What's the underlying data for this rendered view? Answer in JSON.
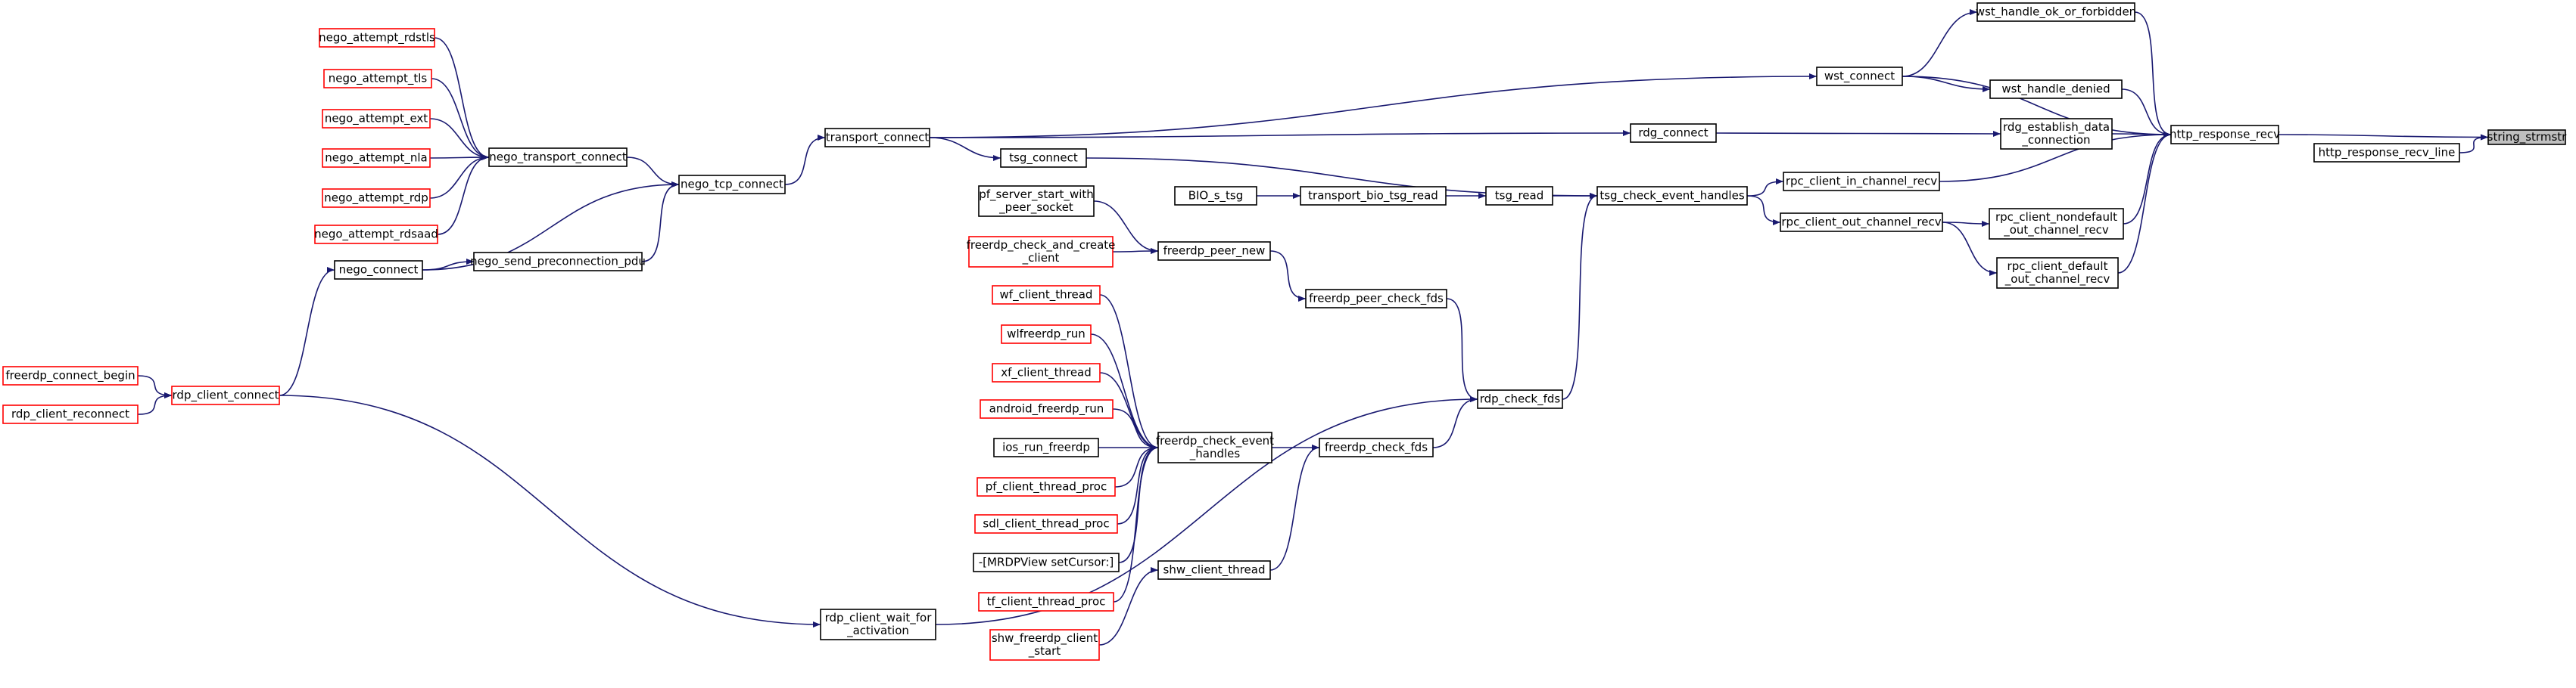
{
  "graph": {
    "nodes": [
      {
        "id": "string_strmstr",
        "lines": [
          "string_strmstr"
        ],
        "style": "root"
      },
      {
        "id": "http_response_recv",
        "lines": [
          "http_response_recv"
        ],
        "style": "black"
      },
      {
        "id": "http_response_recv_line",
        "lines": [
          "http_response_recv_line"
        ],
        "style": "black"
      },
      {
        "id": "wst_handle_ok_or_forbidden",
        "lines": [
          "wst_handle_ok_or_forbidden"
        ],
        "style": "black"
      },
      {
        "id": "wst_handle_denied",
        "lines": [
          "wst_handle_denied"
        ],
        "style": "black"
      },
      {
        "id": "wst_connect",
        "lines": [
          "wst_connect"
        ],
        "style": "black"
      },
      {
        "id": "rdg_establish_data_connection",
        "lines": [
          "rdg_establish_data",
          "_connection"
        ],
        "style": "black"
      },
      {
        "id": "rdg_connect",
        "lines": [
          "rdg_connect"
        ],
        "style": "black"
      },
      {
        "id": "rpc_client_in_channel_recv",
        "lines": [
          "rpc_client_in_channel_recv"
        ],
        "style": "black"
      },
      {
        "id": "rpc_client_nondefault_out_channel_recv",
        "lines": [
          "rpc_client_nondefault",
          "_out_channel_recv"
        ],
        "style": "black"
      },
      {
        "id": "rpc_client_out_channel_recv",
        "lines": [
          "rpc_client_out_channel_recv"
        ],
        "style": "black"
      },
      {
        "id": "rpc_client_default_out_channel_recv",
        "lines": [
          "rpc_client_default",
          "_out_channel_recv"
        ],
        "style": "black"
      },
      {
        "id": "tsg_check_event_handles",
        "lines": [
          "tsg_check_event_handles"
        ],
        "style": "black"
      },
      {
        "id": "tsg_connect",
        "lines": [
          "tsg_connect"
        ],
        "style": "black"
      },
      {
        "id": "tsg_read",
        "lines": [
          "tsg_read"
        ],
        "style": "black"
      },
      {
        "id": "transport_bio_tsg_read",
        "lines": [
          "transport_bio_tsg_read"
        ],
        "style": "black"
      },
      {
        "id": "BIO_s_tsg",
        "lines": [
          "BIO_s_tsg"
        ],
        "style": "black"
      },
      {
        "id": "transport_connect",
        "lines": [
          "transport_connect"
        ],
        "style": "black"
      },
      {
        "id": "nego_tcp_connect",
        "lines": [
          "nego_tcp_connect"
        ],
        "style": "black"
      },
      {
        "id": "nego_transport_connect",
        "lines": [
          "nego_transport_connect"
        ],
        "style": "black"
      },
      {
        "id": "nego_send_preconnection_pdu",
        "lines": [
          "nego_send_preconnection_pdu"
        ],
        "style": "black"
      },
      {
        "id": "nego_connect",
        "lines": [
          "nego_connect"
        ],
        "style": "black"
      },
      {
        "id": "nego_attempt_rdstls",
        "lines": [
          "nego_attempt_rdstls"
        ],
        "style": "red"
      },
      {
        "id": "nego_attempt_tls",
        "lines": [
          "nego_attempt_tls"
        ],
        "style": "red"
      },
      {
        "id": "nego_attempt_ext",
        "lines": [
          "nego_attempt_ext"
        ],
        "style": "red"
      },
      {
        "id": "nego_attempt_nla",
        "lines": [
          "nego_attempt_nla"
        ],
        "style": "red"
      },
      {
        "id": "nego_attempt_rdp",
        "lines": [
          "nego_attempt_rdp"
        ],
        "style": "red"
      },
      {
        "id": "nego_attempt_rdsaad",
        "lines": [
          "nego_attempt_rdsaad"
        ],
        "style": "red"
      },
      {
        "id": "rdp_client_connect",
        "lines": [
          "rdp_client_connect"
        ],
        "style": "red"
      },
      {
        "id": "freerdp_connect_begin",
        "lines": [
          "freerdp_connect_begin"
        ],
        "style": "red"
      },
      {
        "id": "rdp_client_reconnect",
        "lines": [
          "rdp_client_reconnect"
        ],
        "style": "red"
      },
      {
        "id": "rdp_client_wait_for_activation",
        "lines": [
          "rdp_client_wait_for",
          "_activation"
        ],
        "style": "black"
      },
      {
        "id": "rdp_check_fds",
        "lines": [
          "rdp_check_fds"
        ],
        "style": "black"
      },
      {
        "id": "freerdp_peer_check_fds",
        "lines": [
          "freerdp_peer_check_fds"
        ],
        "style": "black"
      },
      {
        "id": "freerdp_peer_new",
        "lines": [
          "freerdp_peer_new"
        ],
        "style": "black"
      },
      {
        "id": "pf_server_start_with_peer_socket",
        "lines": [
          "pf_server_start_with",
          "_peer_socket"
        ],
        "style": "black"
      },
      {
        "id": "freerdp_check_and_create_client",
        "lines": [
          "freerdp_check_and_create",
          "_client"
        ],
        "style": "red"
      },
      {
        "id": "freerdp_check_fds",
        "lines": [
          "freerdp_check_fds"
        ],
        "style": "black"
      },
      {
        "id": "freerdp_check_event_handles",
        "lines": [
          "freerdp_check_event",
          "_handles"
        ],
        "style": "black"
      },
      {
        "id": "shw_client_thread",
        "lines": [
          "shw_client_thread"
        ],
        "style": "black"
      },
      {
        "id": "shw_freerdp_client_start",
        "lines": [
          "shw_freerdp_client",
          "_start"
        ],
        "style": "red"
      },
      {
        "id": "wf_client_thread",
        "lines": [
          "wf_client_thread"
        ],
        "style": "red"
      },
      {
        "id": "wlfreerdp_run",
        "lines": [
          "wlfreerdp_run"
        ],
        "style": "red"
      },
      {
        "id": "xf_client_thread",
        "lines": [
          "xf_client_thread"
        ],
        "style": "red"
      },
      {
        "id": "android_freerdp_run",
        "lines": [
          "android_freerdp_run"
        ],
        "style": "red"
      },
      {
        "id": "ios_run_freerdp",
        "lines": [
          "ios_run_freerdp"
        ],
        "style": "black"
      },
      {
        "id": "pf_client_thread_proc",
        "lines": [
          "pf_client_thread_proc"
        ],
        "style": "red"
      },
      {
        "id": "sdl_client_thread_proc",
        "lines": [
          "sdl_client_thread_proc"
        ],
        "style": "red"
      },
      {
        "id": "MRDPView_setCursor",
        "lines": [
          "-[MRDPView setCursor:]"
        ],
        "style": "black"
      },
      {
        "id": "tf_client_thread_proc",
        "lines": [
          "tf_client_thread_proc"
        ],
        "style": "red"
      }
    ],
    "edges": [
      [
        "http_response_recv",
        "string_strmstr"
      ],
      [
        "http_response_recv_line",
        "string_strmstr"
      ],
      [
        "wst_handle_ok_or_forbidden",
        "http_response_recv"
      ],
      [
        "wst_handle_denied",
        "http_response_recv"
      ],
      [
        "wst_connect",
        "http_response_recv"
      ],
      [
        "rdg_establish_data_connection",
        "http_response_recv"
      ],
      [
        "rpc_client_in_channel_recv",
        "http_response_recv"
      ],
      [
        "rpc_client_nondefault_out_channel_recv",
        "http_response_recv"
      ],
      [
        "rpc_client_default_out_channel_recv",
        "http_response_recv"
      ],
      [
        "wst_connect",
        "wst_handle_ok_or_forbidden"
      ],
      [
        "wst_connect",
        "wst_handle_denied"
      ],
      [
        "rdg_connect",
        "rdg_establish_data_connection"
      ],
      [
        "tsg_check_event_handles",
        "rpc_client_in_channel_recv"
      ],
      [
        "rpc_client_out_channel_recv",
        "rpc_client_nondefault_out_channel_recv"
      ],
      [
        "rpc_client_out_channel_recv",
        "rpc_client_default_out_channel_recv"
      ],
      [
        "tsg_check_event_handles",
        "rpc_client_out_channel_recv"
      ],
      [
        "transport_connect",
        "wst_connect"
      ],
      [
        "transport_connect",
        "rdg_connect"
      ],
      [
        "tsg_connect",
        "tsg_check_event_handles"
      ],
      [
        "tsg_read",
        "tsg_check_event_handles"
      ],
      [
        "rdp_check_fds",
        "tsg_check_event_handles"
      ],
      [
        "transport_bio_tsg_read",
        "tsg_read"
      ],
      [
        "BIO_s_tsg",
        "transport_bio_tsg_read"
      ],
      [
        "transport_connect",
        "tsg_connect"
      ],
      [
        "nego_tcp_connect",
        "transport_connect"
      ],
      [
        "nego_transport_connect",
        "nego_tcp_connect"
      ],
      [
        "nego_send_preconnection_pdu",
        "nego_tcp_connect"
      ],
      [
        "nego_connect",
        "nego_tcp_connect"
      ],
      [
        "nego_attempt_rdstls",
        "nego_transport_connect"
      ],
      [
        "nego_attempt_tls",
        "nego_transport_connect"
      ],
      [
        "nego_attempt_ext",
        "nego_transport_connect"
      ],
      [
        "nego_attempt_nla",
        "nego_transport_connect"
      ],
      [
        "nego_attempt_rdp",
        "nego_transport_connect"
      ],
      [
        "nego_attempt_rdsaad",
        "nego_transport_connect"
      ],
      [
        "nego_connect",
        "nego_send_preconnection_pdu"
      ],
      [
        "rdp_client_connect",
        "nego_connect"
      ],
      [
        "freerdp_connect_begin",
        "rdp_client_connect"
      ],
      [
        "rdp_client_reconnect",
        "rdp_client_connect"
      ],
      [
        "rdp_client_connect",
        "rdp_client_wait_for_activation"
      ],
      [
        "rdp_client_wait_for_activation",
        "rdp_check_fds"
      ],
      [
        "freerdp_peer_check_fds",
        "rdp_check_fds"
      ],
      [
        "freerdp_check_fds",
        "rdp_check_fds"
      ],
      [
        "freerdp_peer_new",
        "freerdp_peer_check_fds"
      ],
      [
        "pf_server_start_with_peer_socket",
        "freerdp_peer_new"
      ],
      [
        "freerdp_check_and_create_client",
        "freerdp_peer_new"
      ],
      [
        "freerdp_check_event_handles",
        "freerdp_check_fds"
      ],
      [
        "shw_client_thread",
        "freerdp_check_fds"
      ],
      [
        "shw_freerdp_client_start",
        "shw_client_thread"
      ],
      [
        "wf_client_thread",
        "freerdp_check_event_handles"
      ],
      [
        "wlfreerdp_run",
        "freerdp_check_event_handles"
      ],
      [
        "xf_client_thread",
        "freerdp_check_event_handles"
      ],
      [
        "android_freerdp_run",
        "freerdp_check_event_handles"
      ],
      [
        "ios_run_freerdp",
        "freerdp_check_event_handles"
      ],
      [
        "pf_client_thread_proc",
        "freerdp_check_event_handles"
      ],
      [
        "sdl_client_thread_proc",
        "freerdp_check_event_handles"
      ],
      [
        "MRDPView_setCursor",
        "freerdp_check_event_handles"
      ],
      [
        "tf_client_thread_proc",
        "freerdp_check_event_handles"
      ]
    ]
  },
  "colors": {
    "edge": "#191970",
    "node_border": "#000000",
    "external_node_border": "#ff0000",
    "root_fill": "#bfbfbf"
  }
}
